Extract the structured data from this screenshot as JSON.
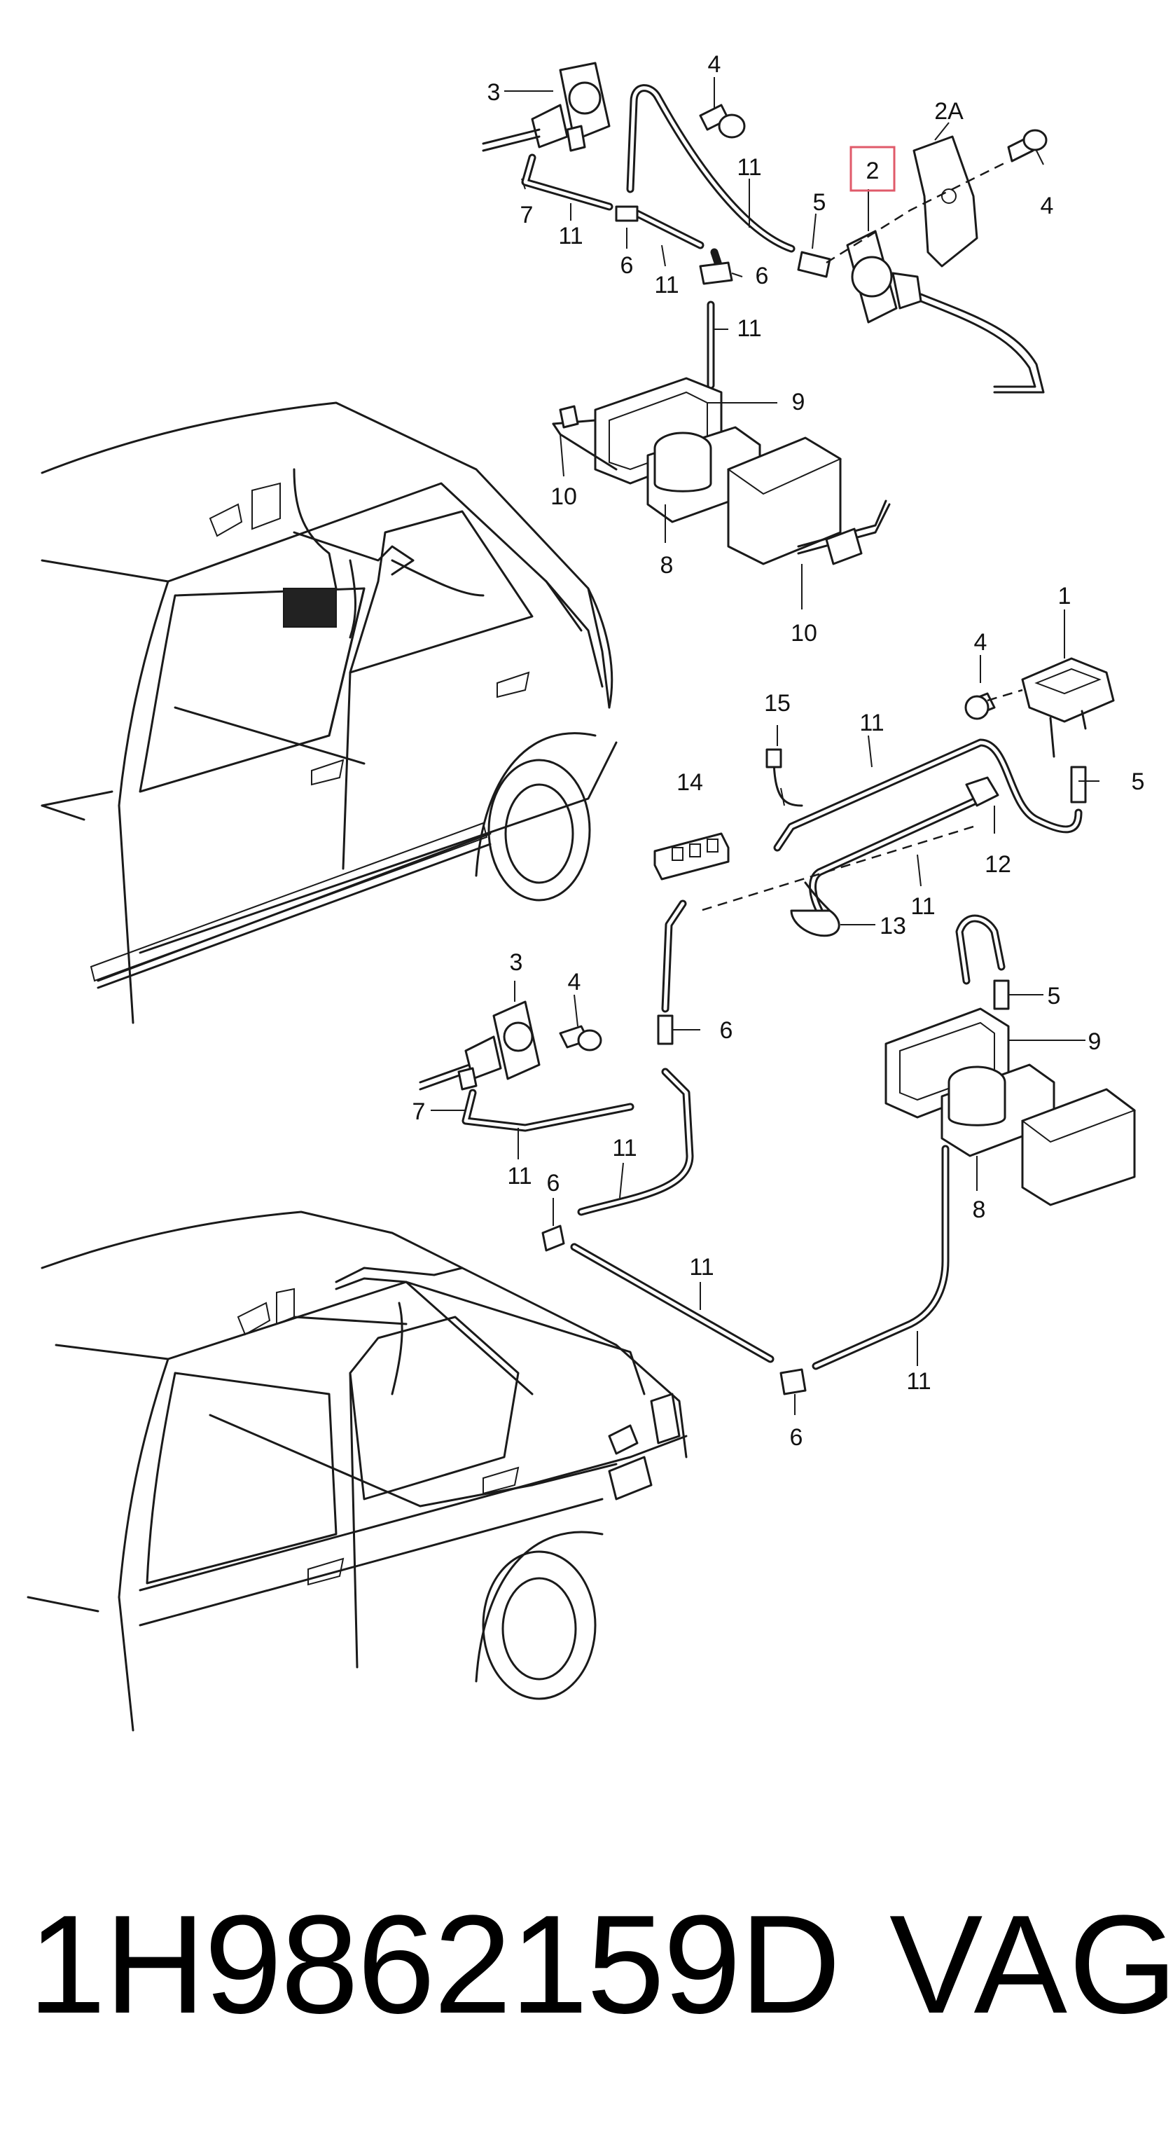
{
  "diagram": {
    "callouts": {
      "top": {
        "c3": "3",
        "c4a": "4",
        "c11a": "11",
        "c2": "2",
        "c2A": "2A",
        "c4b": "4",
        "c7": "7",
        "c11b": "11",
        "c5": "5",
        "c6a": "6",
        "c11c": "11",
        "c6b": "6",
        "c11d": "11",
        "c9": "9",
        "c10a": "10",
        "c8": "8",
        "c10b": "10"
      },
      "middle": {
        "c1": "1",
        "c4": "4",
        "c15": "15",
        "c11a": "11",
        "c5": "5",
        "c14": "14",
        "c12": "12",
        "c11b": "11",
        "c13": "13"
      },
      "bottom": {
        "c3": "3",
        "c4": "4",
        "c6a": "6",
        "c5": "5",
        "c9": "9",
        "c7": "7",
        "c11a": "11",
        "c11b": "11",
        "c6b": "6",
        "c8": "8",
        "c11c": "11",
        "c11d": "11",
        "c6c": "6"
      }
    },
    "highlight_color": "#e05a6a",
    "line_color": "#1a1a1a"
  },
  "footer": {
    "part_number": "1H9862159D",
    "brand": "VAG"
  }
}
